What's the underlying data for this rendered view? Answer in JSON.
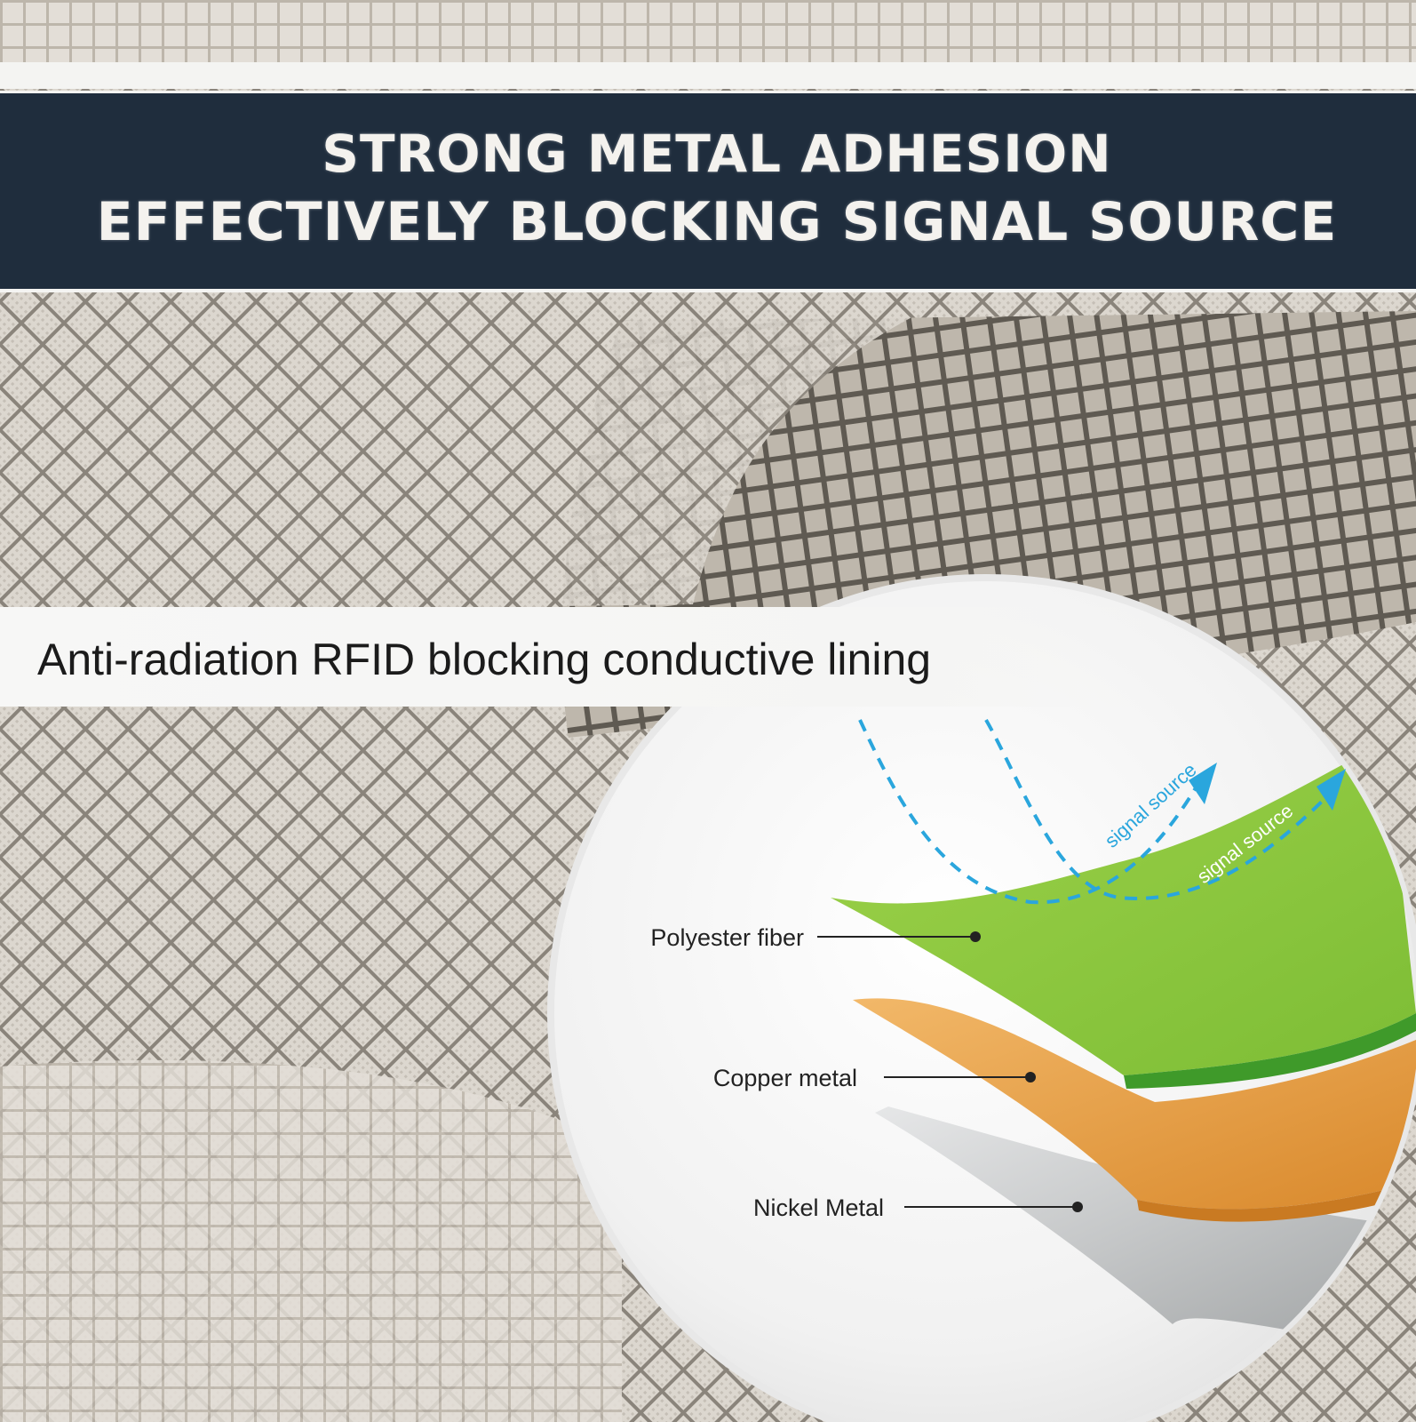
{
  "headline": {
    "line1": "STRONG METAL ADHESION",
    "line2": "EFFECTIVELY BLOCKING SIGNAL SOURCE"
  },
  "subtitle": "Anti-radiation RFID blocking conductive lining",
  "diagram": {
    "signal_label_1": "signal source",
    "signal_label_2": "signal source",
    "layers": [
      {
        "label": "Polyester fiber",
        "color": "#8cc63f"
      },
      {
        "label": "Copper metal",
        "color": "#e9a445"
      },
      {
        "label": "Nickel Metal",
        "color": "#b9bcbd"
      }
    ]
  },
  "colors": {
    "banner": "#1f2d3d",
    "fabric": "#cfc9c0",
    "grid": "#6e6860",
    "signal": "#2aa6dd"
  }
}
